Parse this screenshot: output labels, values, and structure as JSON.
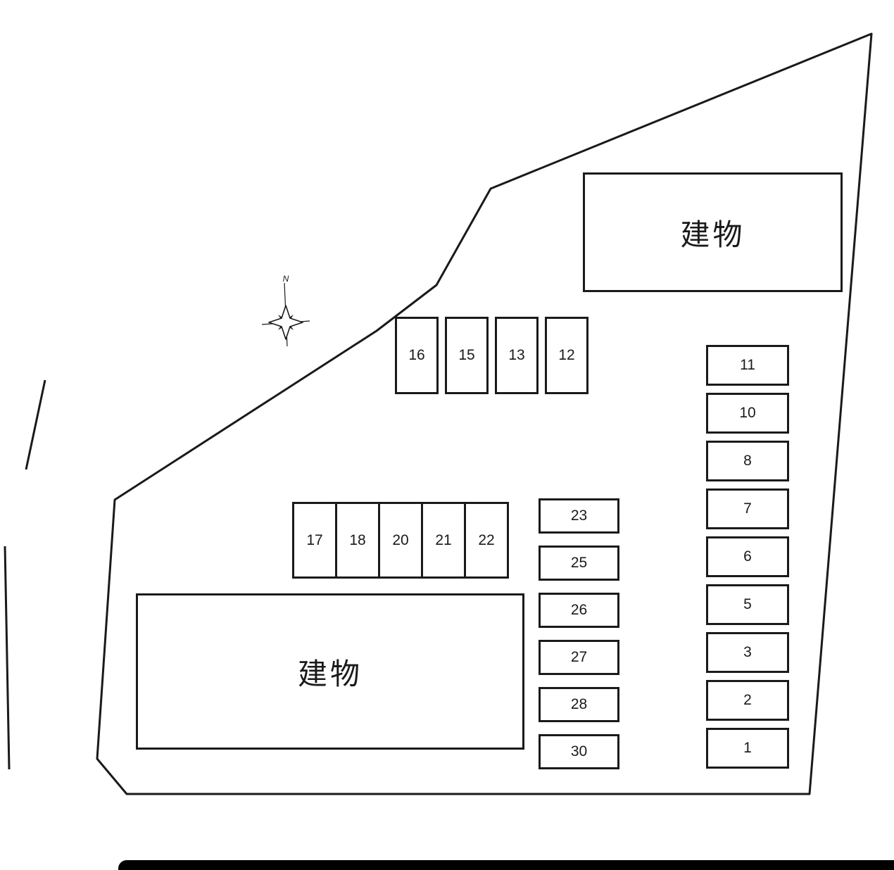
{
  "colors": {
    "line": "#1a1a1a",
    "background": "#ffffff",
    "road": "#000000"
  },
  "buildings": [
    "建物",
    "建物"
  ],
  "compass": {
    "label": "N"
  },
  "parking": {
    "top_row": [
      "16",
      "15",
      "13",
      "12"
    ],
    "mid_row": [
      "17",
      "18",
      "20",
      "21",
      "22"
    ],
    "center_column": [
      "23",
      "25",
      "26",
      "27",
      "28",
      "30"
    ],
    "right_column": [
      "11",
      "10",
      "8",
      "7",
      "6",
      "5",
      "3",
      "2",
      "1"
    ]
  }
}
